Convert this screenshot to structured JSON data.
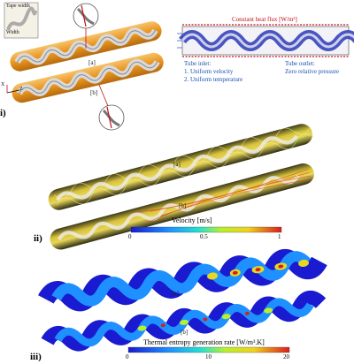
{
  "panel_i": {
    "label": "i)",
    "inset": {
      "label_top": "Tape width",
      "label_side": "Width"
    },
    "tube_a_label": "[a]",
    "tube_b_label": "[b]",
    "axis_z": "Z",
    "axis_x": "X",
    "heat_flux": "Constant heat flux [W/m²]",
    "inlet_title": "Tube inlet:",
    "inlet_line1": "1. Uniform velocity",
    "inlet_line2": "2. Uniform temperature",
    "outlet_title": "Tube outlet:",
    "outlet_line1": "Zero relative pressure"
  },
  "panel_ii": {
    "label": "ii)",
    "tube_a_label": "[a]",
    "tube_b_label": "[b]",
    "colorbar": {
      "title": "Velocity [m/s]",
      "ticks": [
        "0",
        "0.5",
        "1"
      ]
    }
  },
  "panel_iii": {
    "label": "iii)",
    "tube_a_label": "[a]",
    "tube_b_label": "[b]",
    "colorbar": {
      "title": "Thermal entropy generation rate [W/m³.K]",
      "ticks": [
        "0",
        "10",
        "20"
      ]
    }
  },
  "colors": {
    "jet_blue": "#1e2bd6",
    "jet_red": "#d81e1e",
    "tube_orange": "#e8951e"
  }
}
